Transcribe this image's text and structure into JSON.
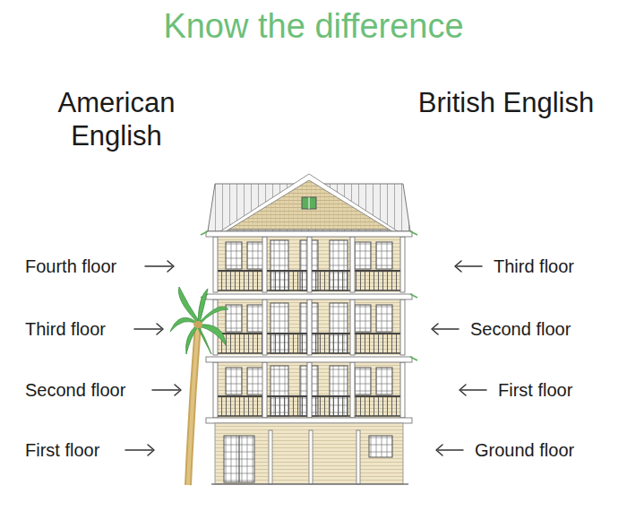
{
  "diagram": {
    "title": "Know the difference",
    "labels": [
      "American English",
      "British English",
      "Fourth floor",
      "Third floor",
      "Second floor",
      "First floor",
      "Third floor",
      "Second floor",
      "First floor",
      "Ground floor"
    ]
  }
}
